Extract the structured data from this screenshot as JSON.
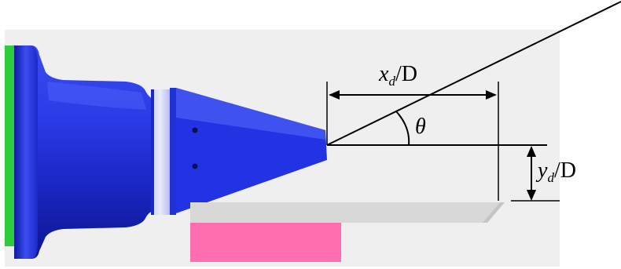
{
  "labels": {
    "x_var": "x",
    "x_sub": "d",
    "x_den": "/D",
    "theta": "θ",
    "y_var": "y",
    "y_sub": "d",
    "y_den": "/D"
  },
  "colors": {
    "background_panel": "#efefef",
    "nozzle_blue": "#1f2fe0",
    "nozzle_dark": "#0d1aa8",
    "nozzle_light": "#5a6cf5",
    "flange_green": "#2ecc3a",
    "pink_target": "#ff6fb0",
    "plate_gray": "#d8d8d8"
  }
}
